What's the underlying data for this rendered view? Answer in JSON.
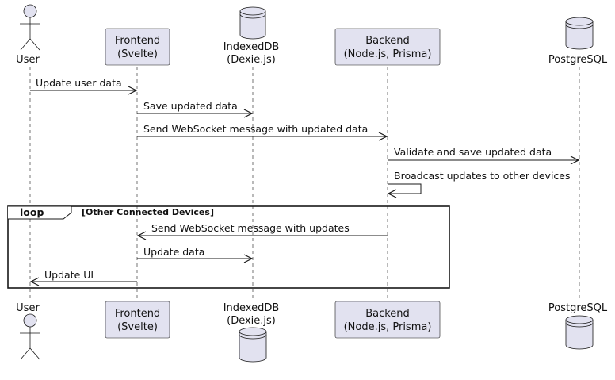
{
  "colors": {
    "participant_fill": "#e2e2f0",
    "line": "#181818",
    "text": "#111111"
  },
  "participants": [
    {
      "id": "user",
      "kind": "actor",
      "label": "User"
    },
    {
      "id": "frontend",
      "kind": "box",
      "label_lines": [
        "Frontend",
        "(Svelte)"
      ]
    },
    {
      "id": "indexeddb",
      "kind": "database",
      "label_lines": [
        "IndexedDB",
        "(Dexie.js)"
      ]
    },
    {
      "id": "backend",
      "kind": "box",
      "label_lines": [
        "Backend",
        "(Node.js, Prisma)"
      ]
    },
    {
      "id": "postgres",
      "kind": "database",
      "label": "PostgreSQL"
    }
  ],
  "messages": [
    {
      "from": "user",
      "to": "frontend",
      "label": "Update user data"
    },
    {
      "from": "frontend",
      "to": "indexeddb",
      "label": "Save updated data"
    },
    {
      "from": "frontend",
      "to": "backend",
      "label": "Send WebSocket message with updated data"
    },
    {
      "from": "backend",
      "to": "postgres",
      "label": "Validate and save updated data"
    },
    {
      "from": "backend",
      "to": "backend",
      "label": "Broadcast updates to other devices"
    },
    {
      "from": "backend",
      "to": "frontend",
      "label": "Send WebSocket message with updates"
    },
    {
      "from": "frontend",
      "to": "indexeddb",
      "label": "Update data"
    },
    {
      "from": "frontend",
      "to": "user",
      "label": "Update UI"
    }
  ],
  "loop": {
    "keyword": "loop",
    "condition": "[Other Connected Devices]"
  }
}
